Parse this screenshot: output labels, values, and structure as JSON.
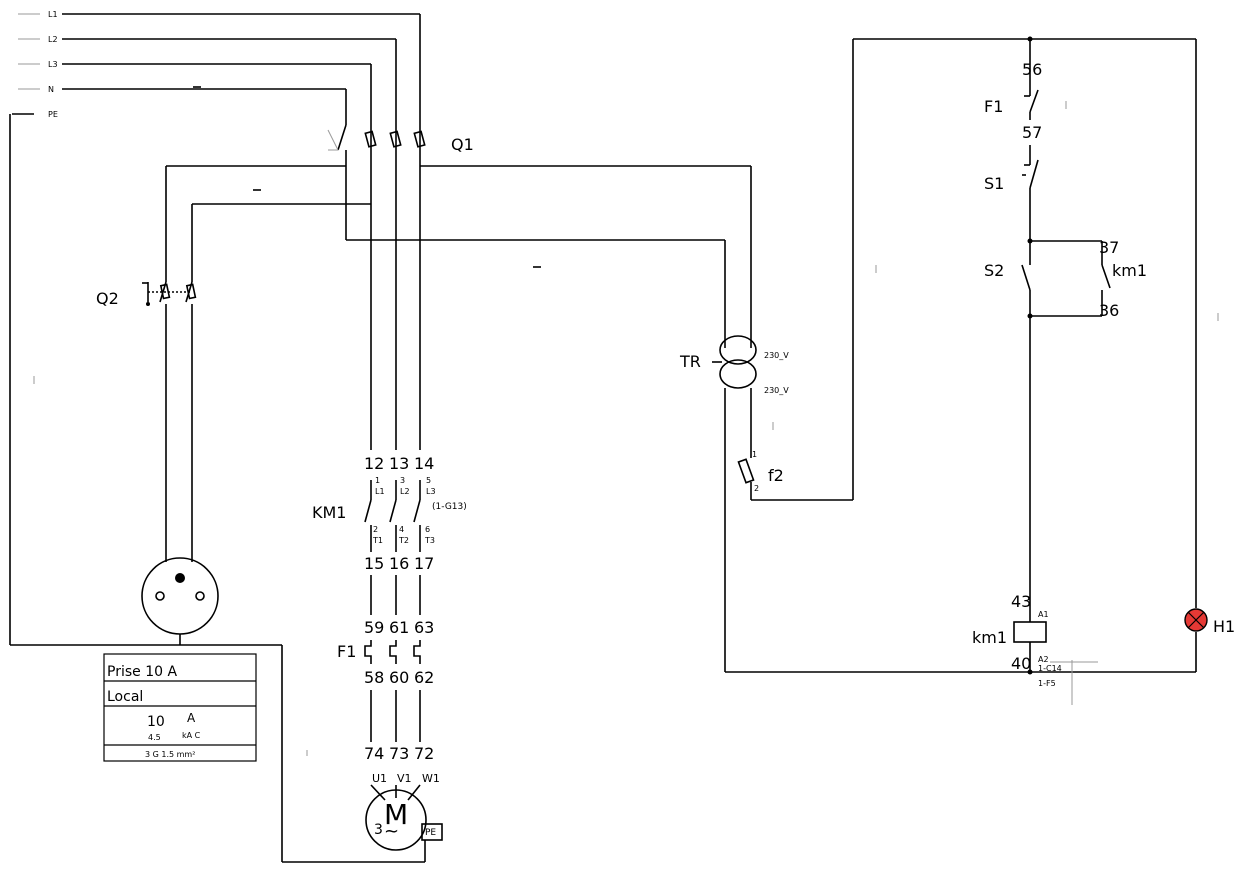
{
  "supply": [
    "L1",
    "L2",
    "L3",
    "N",
    "PE"
  ],
  "devices": {
    "q1": "Q1",
    "q2": "Q2",
    "km1_power": "KM1",
    "f1_power": "F1",
    "tr": "TR",
    "f2": "f2",
    "f1_ctrl": "F1",
    "s1": "S1",
    "s2": "S2",
    "km1_aux": "km1",
    "km1_coil": "km1",
    "h1": "H1"
  },
  "transformer": {
    "primary": "230_V",
    "secondary": "230_V"
  },
  "power_terminals": {
    "km1_in": [
      "12",
      "13",
      "14"
    ],
    "km1_out": [
      "15",
      "16",
      "17"
    ],
    "f1_in": [
      "59",
      "61",
      "63"
    ],
    "f1_out": [
      "58",
      "60",
      "62"
    ],
    "motor_in": [
      "74",
      "73",
      "72"
    ]
  },
  "km1_contacts": {
    "top_nums": [
      "1",
      "3",
      "5"
    ],
    "top_names": [
      "L1",
      "L2",
      "L3"
    ],
    "bottom_nums": [
      "2",
      "4",
      "6"
    ],
    "bottom_names": [
      "T1",
      "T2",
      "T3"
    ],
    "ref": "(1-G13)"
  },
  "motor": {
    "symbol": "M",
    "phase": "3",
    "tilde": "~",
    "pe": "PE",
    "terminals": [
      "U1",
      "V1",
      "W1"
    ]
  },
  "f2_terminals": [
    "1",
    "2"
  ],
  "control_nodes": {
    "n56": "56",
    "n57": "57",
    "n37": "37",
    "n36": "36",
    "n43": "43",
    "n40": "40"
  },
  "coil": {
    "a1": "A1",
    "a2": "A2",
    "ref1": "1-C14",
    "ref2": "1-F5"
  },
  "socket_card": {
    "title": "Prise 10 A",
    "location": "Local",
    "rating": "10",
    "unit": "A",
    "breaking": "4.5",
    "breaking_unit": "kA C",
    "cable": "3 G 1.5 mm²"
  }
}
